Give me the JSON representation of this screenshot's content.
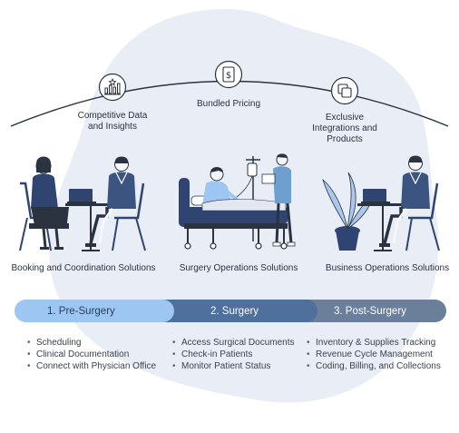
{
  "features": [
    {
      "icon": "chart-star-icon",
      "label_lines": [
        "Competitive Data",
        "and Insights"
      ]
    },
    {
      "icon": "dollar-document-icon",
      "label_lines": [
        "Bundled Pricing"
      ]
    },
    {
      "icon": "overlapping-squares-icon",
      "label_lines": [
        "Exclusive",
        "Integrations and",
        "Products"
      ]
    }
  ],
  "solutions": [
    "Booking and Coordination Solutions",
    "Surgery Operations Solutions",
    "Business Operations Solutions"
  ],
  "stages": [
    {
      "label": "1. Pre-Surgery",
      "color": "#9ec6f2",
      "text_color": "#2a3d5e"
    },
    {
      "label": "2. Surgery",
      "color": "#4f6f9c",
      "text_color": "#ffffff"
    },
    {
      "label": "3. Post-Surgery",
      "color": "#6b7f9a",
      "text_color": "#ffffff"
    }
  ],
  "stage_items": [
    [
      "Scheduling",
      "Clinical Documentation",
      "Connect with Physician Office"
    ],
    [
      "Access Surgical Documents",
      "Check-in Patients",
      "Monitor Patient Status"
    ],
    [
      "Inventory & Supplies Tracking",
      "Revenue Cycle Management",
      "Coding, Billing, and Collections"
    ]
  ],
  "colors": {
    "background_blob": "#e9eef6",
    "line": "#2b3340",
    "navy": "#2f4470",
    "light_blue": "#9ec6f2"
  }
}
